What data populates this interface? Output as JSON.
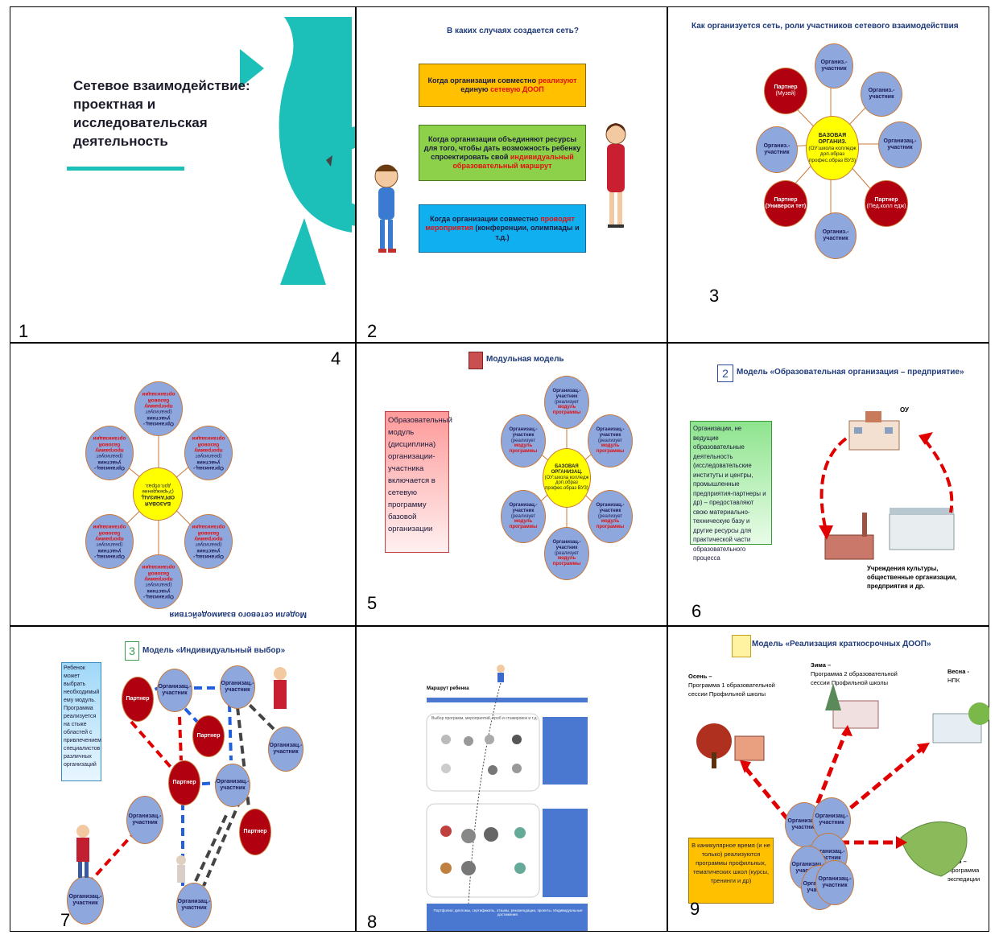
{
  "slides": [
    {
      "num": "1",
      "title_lines": [
        "Сетевое взаимодействие:",
        "проектная и",
        "исследовательская",
        "деятельность"
      ]
    },
    {
      "num": "2",
      "title": "В каких случаях создается сеть?",
      "box1": {
        "pre": "Когда организации совместно ",
        "hl": "реализуют",
        "post": " единую ",
        "hl2": "сетевую ДООП"
      },
      "box2": {
        "pre": "Когда организации объединяют ресурсы для того, чтобы дать возможность ребенку спроектировать свой ",
        "hl": "индивидуальный образовательный маршрут"
      },
      "box3": {
        "pre": "Когда организации совместно ",
        "hl": "проводят мероприятия",
        "post": " (конференции, олимпиады и т.д.)"
      }
    },
    {
      "num": "3",
      "title": "Как организуется сеть, роли участников сетевого взаимодействия",
      "center": {
        "title": "БАЗОВАЯ ОРГАНИЗ.",
        "sub": "(ОУ:школа колледж доп.образ профес.образ ВУЗ)"
      },
      "top": "Организ.-участник",
      "upright": "Организ.-участник",
      "right": "Организац.- участник",
      "bottom": "Организ.-участник",
      "left": "Организ.-участник",
      "p1": {
        "label": "Партнер",
        "sub": "(Музей)"
      },
      "p2": {
        "label": "Партнер (Универси тет)"
      },
      "p3": {
        "label": "Партнер",
        "sub": "(Пед.колл едж)"
      }
    },
    {
      "num": "4",
      "title": "Модели сетевого взаимодействия",
      "center": {
        "title": "БАЗОВАЯ ОРГАНИЗАЦ.",
        "sub": "(Учреждение доп.образ."
      },
      "node": {
        "title": "Организац.-участник",
        "sub": "(реализует",
        "hl": "программу базовой организации"
      }
    },
    {
      "num": "5",
      "title": "Модульная модель",
      "box": "Образовательный модуль (дисциплина) организации-участника включается в сетевую программу базовой организации",
      "center": {
        "title": "БАЗОВАЯ ОРГАНИЗАЦ.",
        "sub": "(ОУ:школа колледж доп.образ профес.образ ВУЗ)"
      },
      "node": {
        "title": "Организац.-участник",
        "sub": "(реализует",
        "hl": "модуль программы"
      }
    },
    {
      "num": "6",
      "title": "Модель «Образовательная организация – предприятие»",
      "icon_num": "2",
      "box": "Организации, не ведущие образовательные деятельность (исследовательские институты и центры, промышленные предприятия-партнеры и др) – предоставляют свою материально-техническую базу и другие ресурсы для практической части образовательного процесса",
      "ou": "ОУ",
      "inst": "Учреждения культуры, общественные организации, предприятия и др."
    },
    {
      "num": "7",
      "title": "Модель «Индивидуальный выбор»",
      "icon_num": "3",
      "box": "Ребенок может выбрать необходимый ему модуль. Программа реализуется на стыке областей с привлечением специалистов различных организаций",
      "partner": "Партнер",
      "participant": "Организац.-участник"
    },
    {
      "num": "8",
      "title": "Маршрут ребенка",
      "top_label": "Выбор программ, мероприятий, проб и стажировок и т.д.",
      "bottom_label": "Портфолио: дипломы, сертификаты, отзывы, рекомендации, проекты. Индивидуальные достижения."
    },
    {
      "num": "9",
      "title": "Модель «Реализация краткосрочных ДООП»",
      "autumn": {
        "season": "Осень –",
        "desc": "Программа 1 образовательной сессии Профильной школы"
      },
      "winter": {
        "season": "Зима –",
        "desc": "Программа 2 образовательной сессии Профильной школы"
      },
      "spring": {
        "season": "Весна -",
        "desc": "НПК"
      },
      "summer": {
        "season": "Лето –",
        "desc": "Программа экспедиции"
      },
      "box": "В каникулярное время (и не только) реализуются программы профильных, тематических школ (курсы, тренинги и др)",
      "participant": "Организац.-участник"
    }
  ]
}
